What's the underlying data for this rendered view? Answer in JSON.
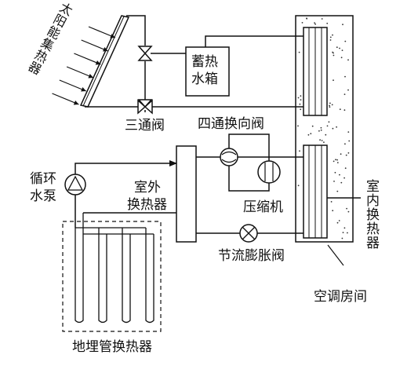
{
  "labels": {
    "solar_collector": "太阳能集热器",
    "storage_tank_line1": "蓄热",
    "storage_tank_line2": "水箱",
    "three_way_valve": "三通阀",
    "four_way_valve": "四通换向阀",
    "circulation_pump_line1": "循环",
    "circulation_pump_line2": "水泵",
    "outdoor_hx_line1": "室外",
    "outdoor_hx_line2": "换热器",
    "compressor": "压缩机",
    "indoor_hx": "室内换热器",
    "expansion_valve": "节流膨胀阀",
    "ac_room": "空调房间",
    "ground_hx": "地埋管换热器"
  },
  "colors": {
    "line": "#111111",
    "background": "#ffffff",
    "dots": "#333333"
  }
}
